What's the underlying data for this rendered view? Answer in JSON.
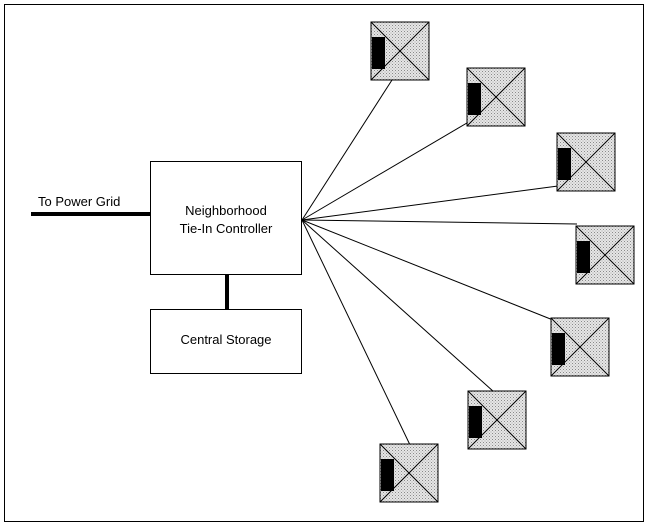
{
  "diagram": {
    "power_grid_label": "To Power Grid",
    "controller": {
      "line1": "Neighborhood",
      "line2": "Tie-In Controller"
    },
    "storage_label": "Central Storage",
    "house_icon": "house-roof-icon",
    "house_count": 7,
    "colors": {
      "line": "#000000",
      "house_fill": "#d9d9d9",
      "box_fill": "#ffffff"
    }
  }
}
